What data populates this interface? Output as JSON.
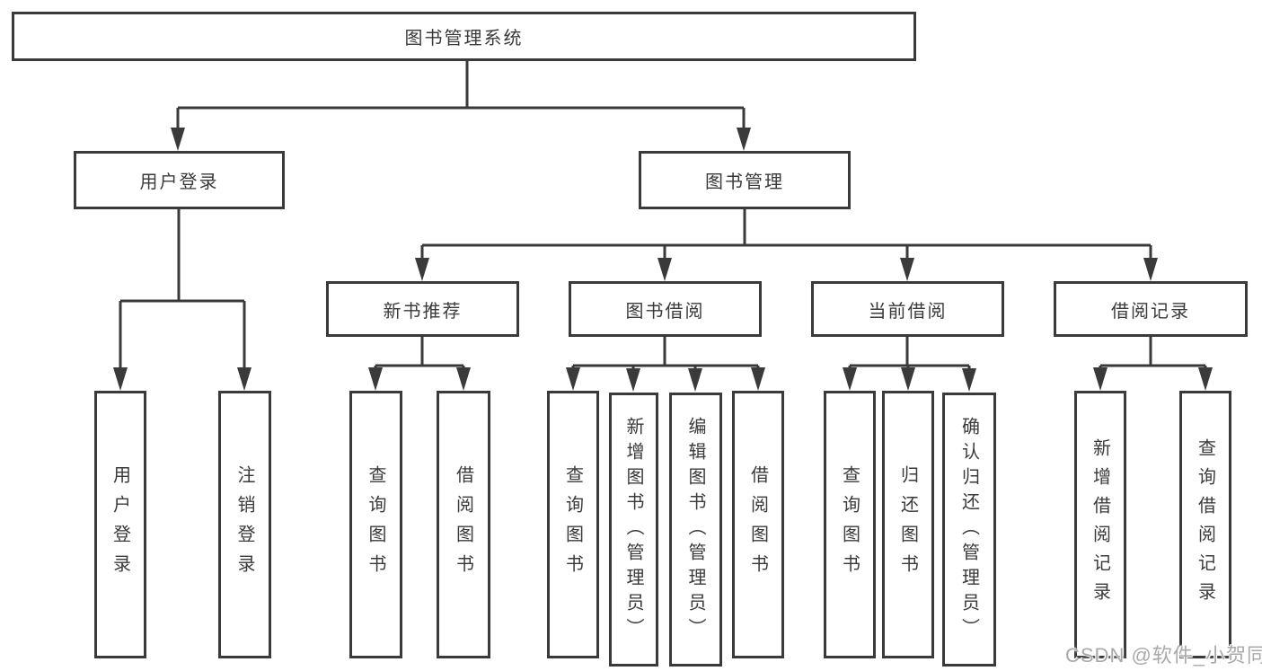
{
  "diagram": {
    "root_label": "图书管理系统",
    "level1": {
      "user_login": "用户登录",
      "book_mgmt": "图书管理"
    },
    "level2": {
      "new_book": "新书推荐",
      "book_borrow": "图书借阅",
      "current_borrow": "当前借阅",
      "borrow_record": "借阅记录"
    },
    "leaves": {
      "user_login": [
        "用户登录",
        "注销登录"
      ],
      "new_book": [
        "查询图书",
        "借阅图书"
      ],
      "book_borrow": [
        "查询图书",
        "新增图书（管理员）",
        "编辑图书（管理员）",
        "借阅图书"
      ],
      "current_borrow": [
        "查询图书",
        "归还图书",
        "确认归还（管理员）"
      ],
      "borrow_record": [
        "新增借阅记录",
        "查询借阅记录"
      ]
    }
  },
  "watermark": "CSDN @软件_小贺同学",
  "colors": {
    "line": "#3a3a3a",
    "text": "#3a3a3a",
    "watermark": "#a9a9a9",
    "background": "#ffffff"
  }
}
